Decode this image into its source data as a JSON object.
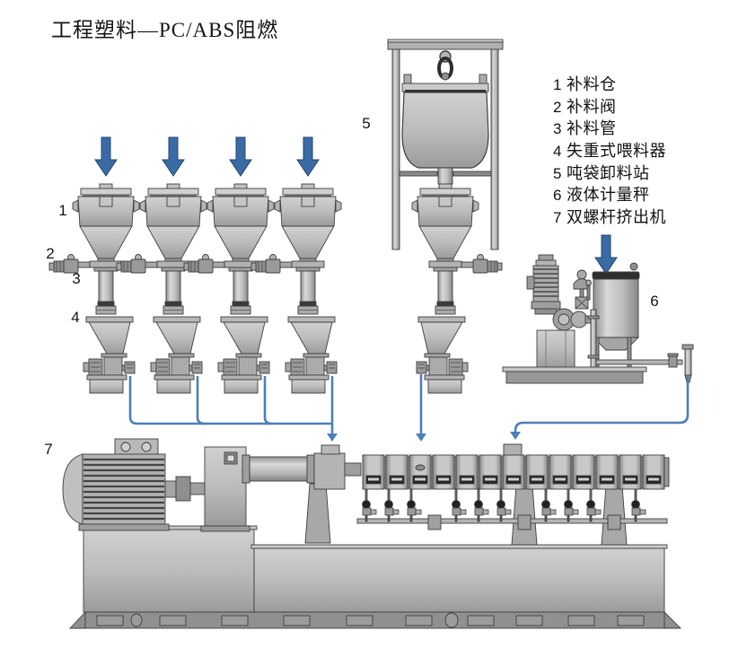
{
  "title": "工程塑料—PC/ABS阻燃",
  "legend": {
    "items": [
      {
        "num": "1",
        "label": "补料仓"
      },
      {
        "num": "2",
        "label": "补料阀"
      },
      {
        "num": "3",
        "label": "补料管"
      },
      {
        "num": "4",
        "label": "失重式喂料器"
      },
      {
        "num": "5",
        "label": "吨袋卸料站"
      },
      {
        "num": "6",
        "label": "液体计量秤"
      },
      {
        "num": "7",
        "label": "双螺杆挤出机"
      }
    ]
  },
  "diagram": {
    "feeder_unit_count": 4,
    "flow_lines": 3,
    "extruder_barrel_segments": 13
  },
  "colors": {
    "arrow_blue": "#3a6ba5",
    "line_blue": "#4d7fb8",
    "machine_gray": "#b8b8b8",
    "panel_dark": "#262626",
    "outline": "#3f3f3f",
    "background": "#ffffff"
  }
}
